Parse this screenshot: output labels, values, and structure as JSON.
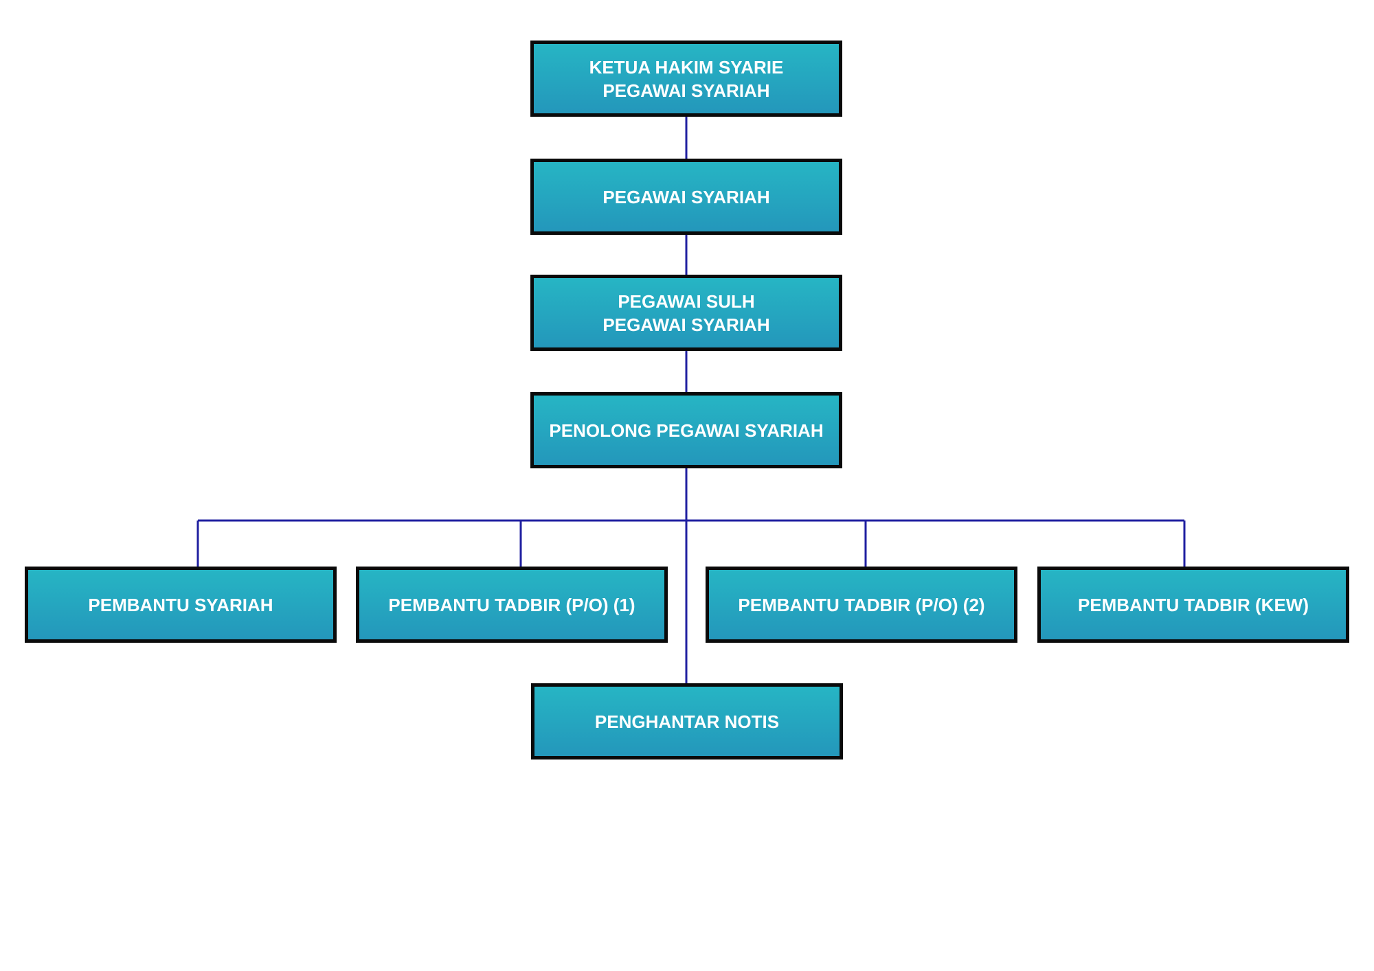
{
  "chart": {
    "nodes": [
      {
        "id": "ketua",
        "lines": [
          "KETUA HAKIM SYARIE",
          "PEGAWAI SYARIAH"
        ]
      },
      {
        "id": "pegawai-syariah",
        "lines": [
          "PEGAWAI SYARIAH"
        ]
      },
      {
        "id": "pegawai-sulh",
        "lines": [
          "PEGAWAI SULH",
          "PEGAWAI SYARIAH"
        ]
      },
      {
        "id": "penolong",
        "lines": [
          "PENOLONG PEGAWAI SYARIAH"
        ]
      },
      {
        "id": "pembantu-syariah",
        "lines": [
          "PEMBANTU SYARIAH"
        ]
      },
      {
        "id": "pembantu-tadbir-1",
        "lines": [
          "PEMBANTU TADBIR (P/O) (1)"
        ]
      },
      {
        "id": "pembantu-tadbir-2",
        "lines": [
          "PEMBANTU TADBIR (P/O) (2)"
        ]
      },
      {
        "id": "pembantu-tadbir-kew",
        "lines": [
          "PEMBANTU TADBIR (KEW)"
        ]
      },
      {
        "id": "penghantar",
        "lines": [
          "PENGHANTAR NOTIS"
        ]
      }
    ],
    "colors": {
      "box_top": "#26b5c4",
      "box_bottom": "#2497bb",
      "border": "#0a0a0a",
      "connector": "#1f1fa0",
      "text": "#ffffff"
    }
  }
}
